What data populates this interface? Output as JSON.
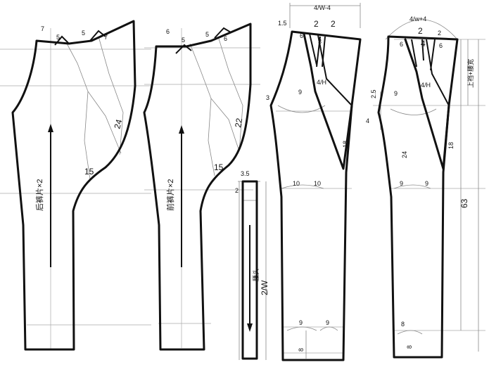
{
  "diagram": {
    "pieces": [
      {
        "id": "back-trouser",
        "grain_text": "后裤片×2",
        "labels": {
          "dart_a": "7",
          "dart_b": "5",
          "dart_c": "5",
          "dart_d": "7",
          "seam": "24",
          "crotch": "15"
        }
      },
      {
        "id": "front-trouser",
        "grain_text": "前裤片×2",
        "labels": {
          "dart_a": "6",
          "dart_b": "5",
          "dart_c": "5",
          "dart_d": "6",
          "seam": "22",
          "crotch": "15"
        }
      },
      {
        "id": "waistband",
        "top_dim": "3.5",
        "side_dim": "2",
        "grain_text": "腰头",
        "length_dim": "2/W"
      },
      {
        "id": "front-panel",
        "top_dim": "4/W-4",
        "labels": {
          "top_left": "1.5",
          "top_a": "2",
          "top_b": "2",
          "dart_a": "6",
          "dart_b": "3",
          "inner": "4/H",
          "side": "3",
          "hip": "9",
          "side_long": "18",
          "knee_a": "10",
          "knee_b": "10",
          "hem_a": "9",
          "hem_b": "9",
          "hem_depth": "8"
        }
      },
      {
        "id": "back-panel",
        "top_dim": "4/w+4",
        "labels": {
          "top_a": "2",
          "top_b": "2",
          "dart_a": "6",
          "dart_b": "4",
          "dart_c": "6",
          "inner": "4/H",
          "side_a": "2.5",
          "side_b": "4",
          "hip": "9",
          "mid": "24",
          "side_long": "18",
          "knee_a": "9",
          "knee_b": "9",
          "hem": "8",
          "hem_depth": "8",
          "total": "63",
          "crotch_depth": "上裆+腰宽"
        }
      }
    ]
  }
}
